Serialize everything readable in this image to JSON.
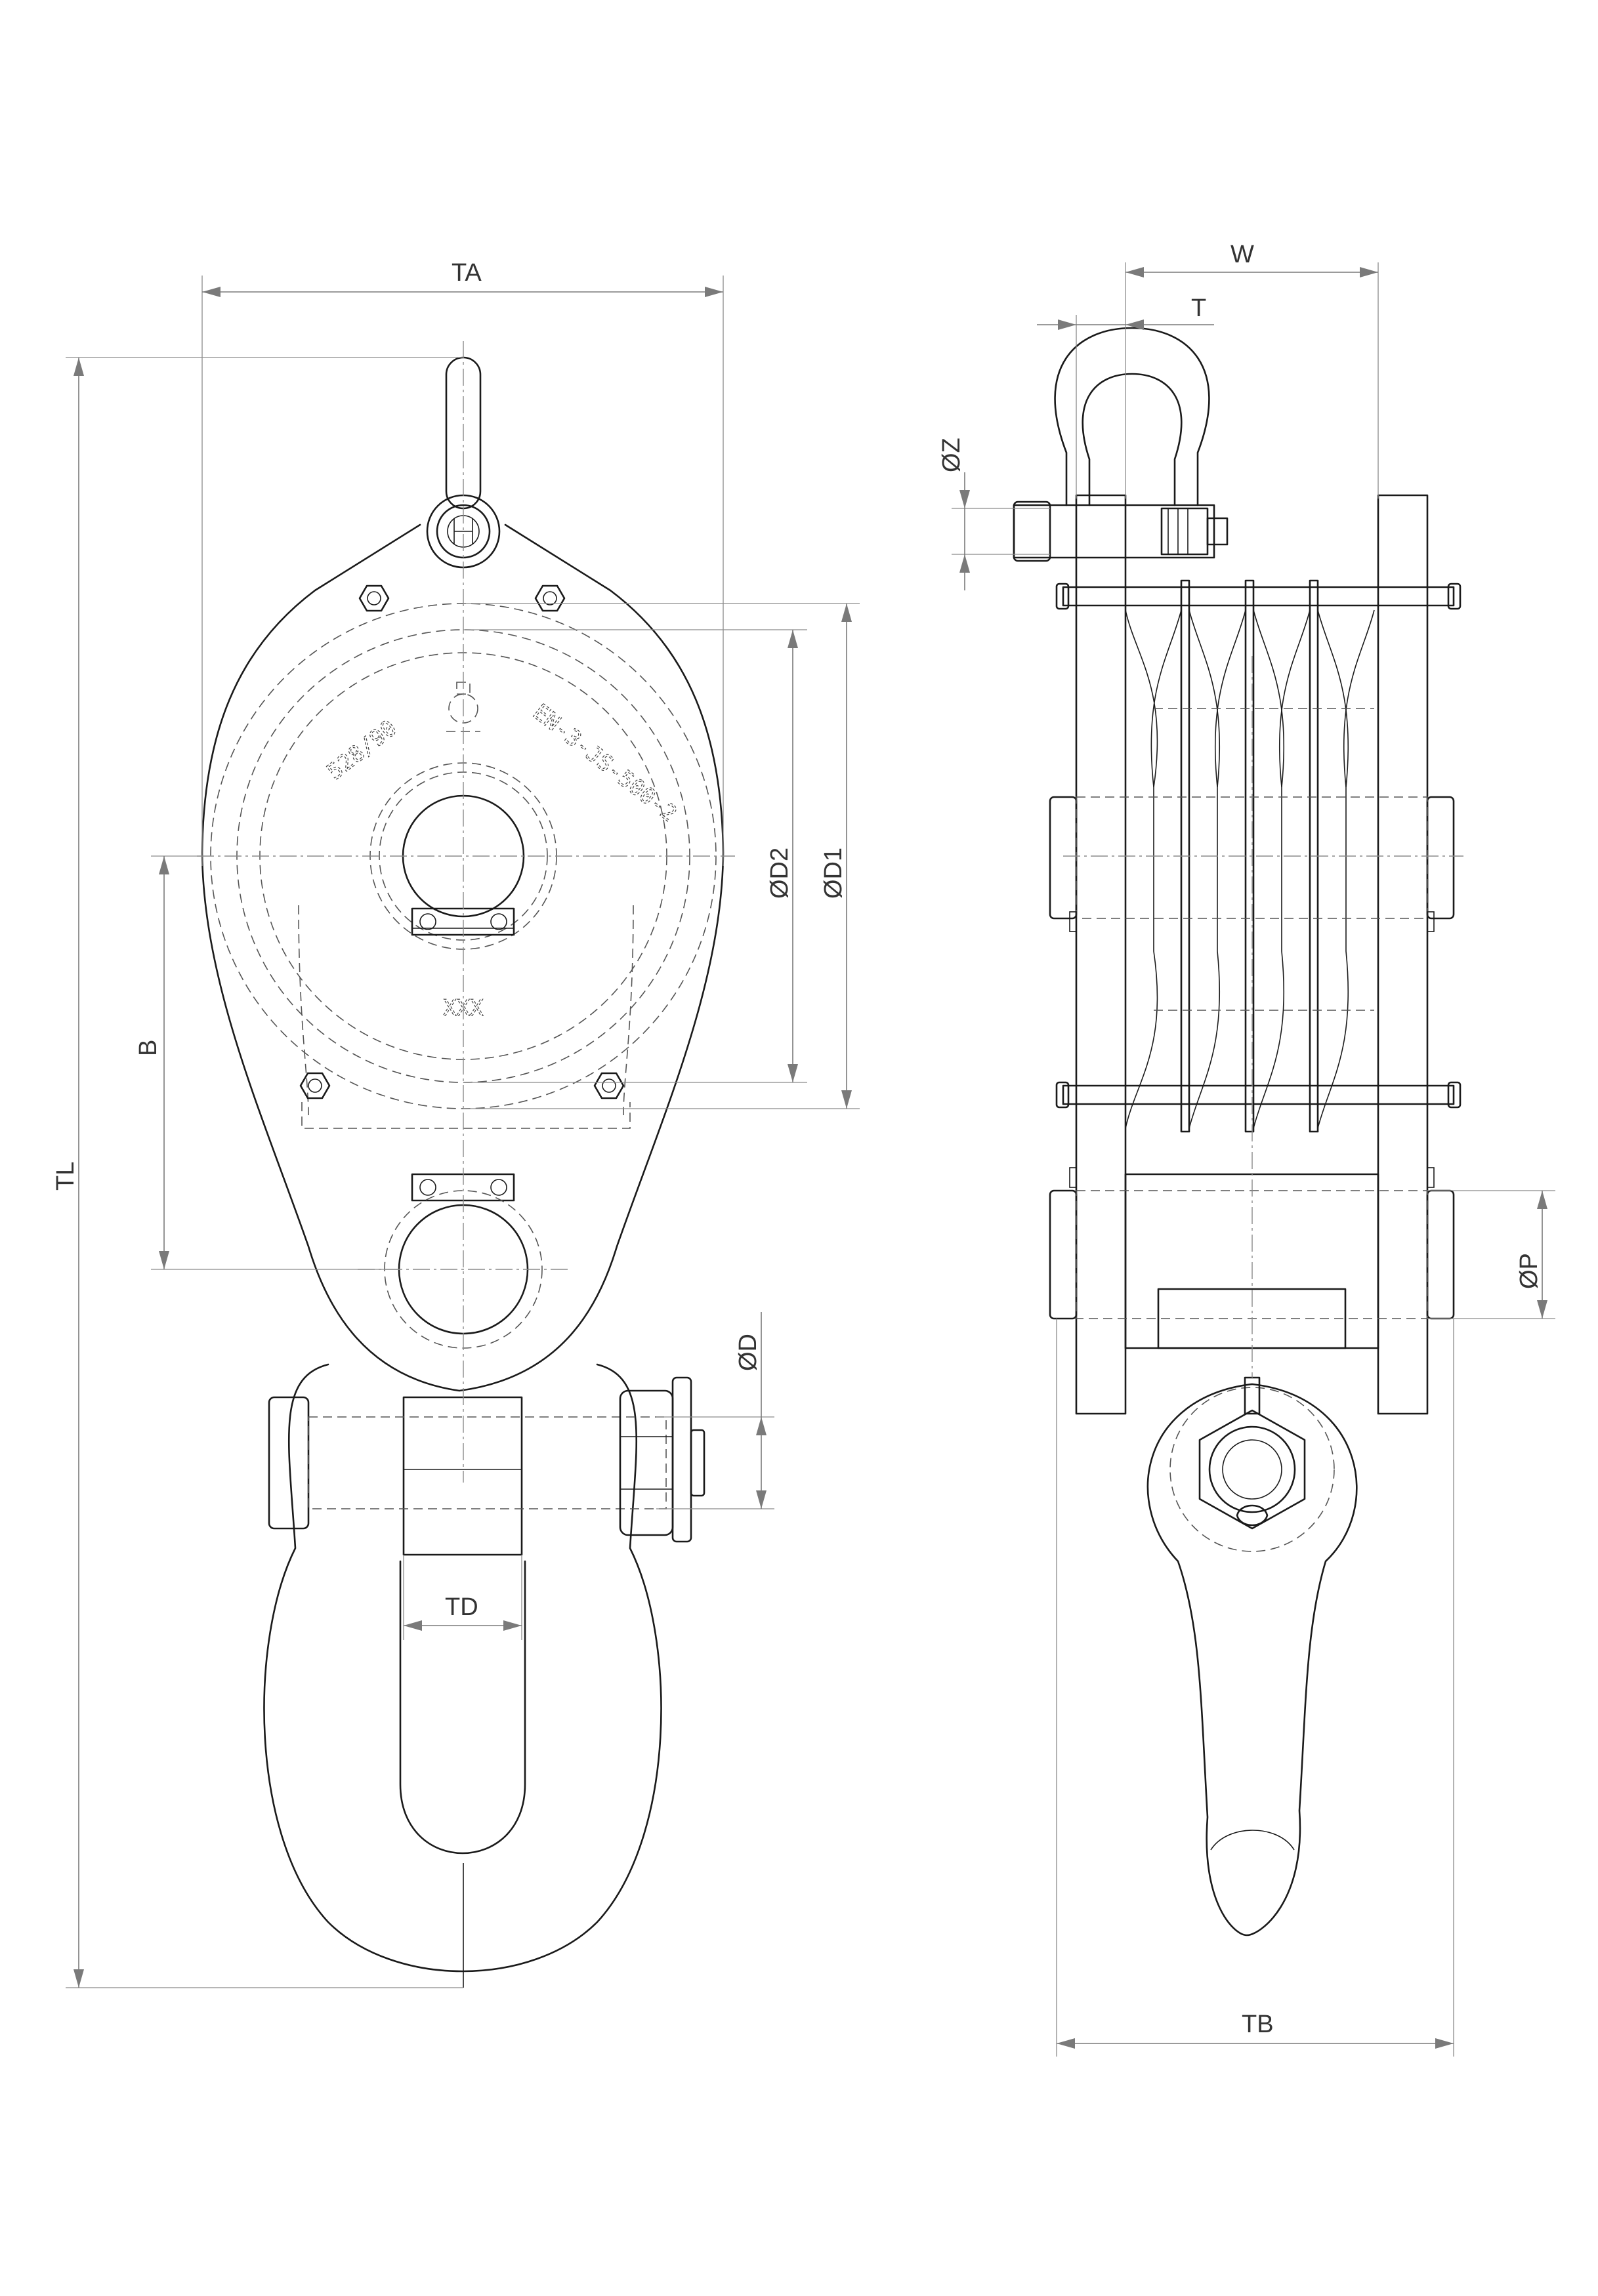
{
  "dimensions": {
    "TA": "TA",
    "TL": "TL",
    "B": "B",
    "D1": "ØD1",
    "D2": "ØD2",
    "D": "ØD",
    "TD": "TD",
    "W": "W",
    "T": "T",
    "Z": "ØZ",
    "P": "ØP",
    "TB": "TB"
  },
  "markings": {
    "capacity": "528/90",
    "serial": "EN-3-JS-500-2",
    "mark": "XXX"
  },
  "colors": {
    "line": "#1a1a1a",
    "dimension": "#7a7a7a",
    "background": "#ffffff"
  }
}
